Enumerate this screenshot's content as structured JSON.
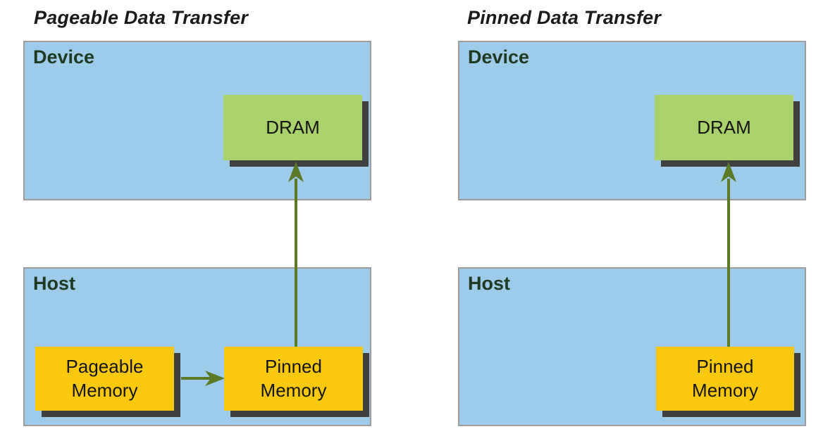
{
  "colors": {
    "panel_fill_blue": "#9ecbe9",
    "panel_border_gray": "#9c9c9c",
    "dram_green": "#a9d16c",
    "memory_yellow": "#fac90e",
    "shadow_dark_gray": "#3f3f3f",
    "arrow_olive_green": "#5a7a28",
    "container_label_dark_green": "#1e3a23",
    "title_black": "#1a1a1a"
  },
  "panels": [
    {
      "title": "Pageable Data Transfer",
      "device": {
        "label": "Device",
        "dram": "DRAM"
      },
      "host": {
        "label": "Host",
        "pageable": "Pageable Memory",
        "pinned": "Pinned Memory"
      }
    },
    {
      "title": "Pinned Data Transfer",
      "device": {
        "label": "Device",
        "dram": "DRAM"
      },
      "host": {
        "label": "Host",
        "pinned": "Pinned Memory"
      }
    }
  ],
  "arrows": [
    {
      "name": "pageable-to-pinned",
      "from": "Pageable Memory",
      "to": "Pinned Memory",
      "direction": "right"
    },
    {
      "name": "pinned-to-dram-left",
      "from": "Pinned Memory",
      "to": "DRAM",
      "direction": "up"
    },
    {
      "name": "pinned-to-dram-right",
      "from": "Pinned Memory",
      "to": "DRAM",
      "direction": "up"
    }
  ]
}
